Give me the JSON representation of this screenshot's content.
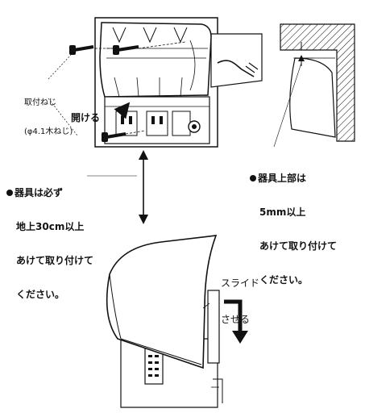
{
  "labels": {
    "screw_label_line1": "取付ねじ",
    "screw_label_line2": "(φ4.1木ねじ)",
    "open_label": "開ける",
    "height_note_line1": "器具は必ず",
    "height_note_line2": "地上30cm以上",
    "height_note_line3": "あけて取り付けて",
    "height_note_line4": "ください。",
    "top_note_line1": "器具上部は",
    "top_note_line2": "5mm以上",
    "top_note_line3": "あけて取り付けて",
    "top_note_line4": "ください。",
    "slide_line1": "スライド",
    "slide_line2": "させる"
  }
}
